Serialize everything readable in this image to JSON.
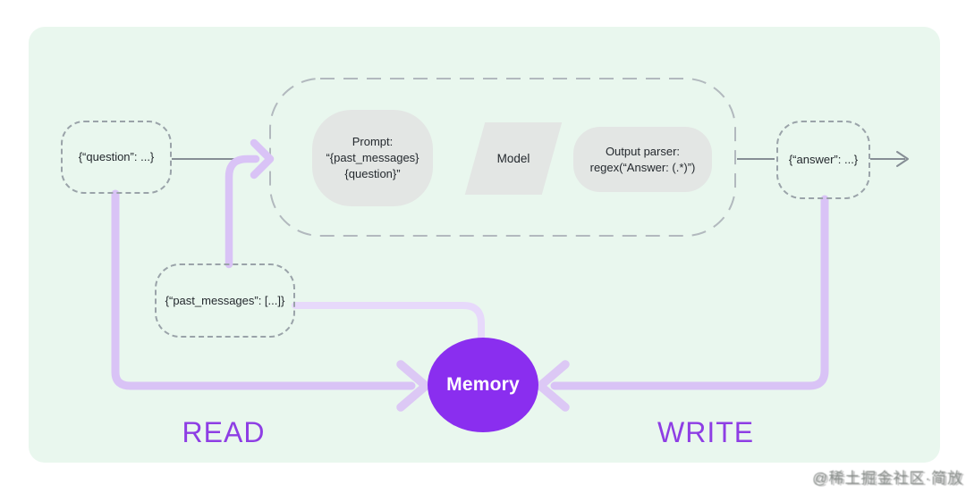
{
  "diagram": {
    "title_hint": "chain memory read/write flow",
    "nodes": {
      "question": {
        "label": "{“question”: ...}"
      },
      "past_messages": {
        "label": "{“past_messages”: [...]}"
      },
      "answer": {
        "label": "{“answer”: ...}"
      },
      "prompt": {
        "lines": [
          "Prompt:",
          "“{past_messages}",
          "{question}”"
        ]
      },
      "model": {
        "label": "Model"
      },
      "output_parser": {
        "lines": [
          "Output parser:",
          "regex(“Answer: (.*)”)"
        ]
      },
      "memory": {
        "label": "Memory"
      }
    },
    "flow_labels": {
      "read": "READ",
      "write": "WRITE"
    },
    "colors": {
      "panel_bg": "#e9f7ee",
      "shape_fill": "#e3e6e4",
      "dashed_border": "#9aa3a9",
      "container_dash": "#b2b9be",
      "connector_gray": "#868e95",
      "flow_purple": "#d9c3f6",
      "flow_purple_light": "#e7d9fb",
      "memory_fill": "#8a2eef",
      "label_purple": "#8e3ee4",
      "memory_text": "#ffffff"
    },
    "watermark": {
      "text": "@稀土掘金社区·简放"
    }
  }
}
